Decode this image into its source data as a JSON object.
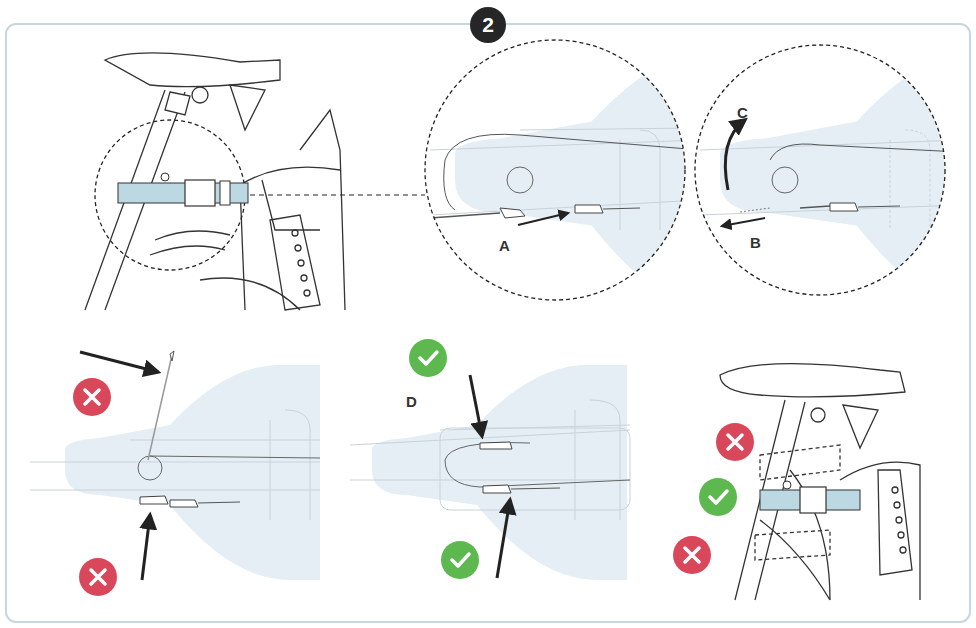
{
  "diagram": {
    "nodes": [
      {
        "text": [
          "2"
        ]
      }
    ],
    "labels": [
      "A",
      "B",
      "C",
      "D"
    ]
  }
}
